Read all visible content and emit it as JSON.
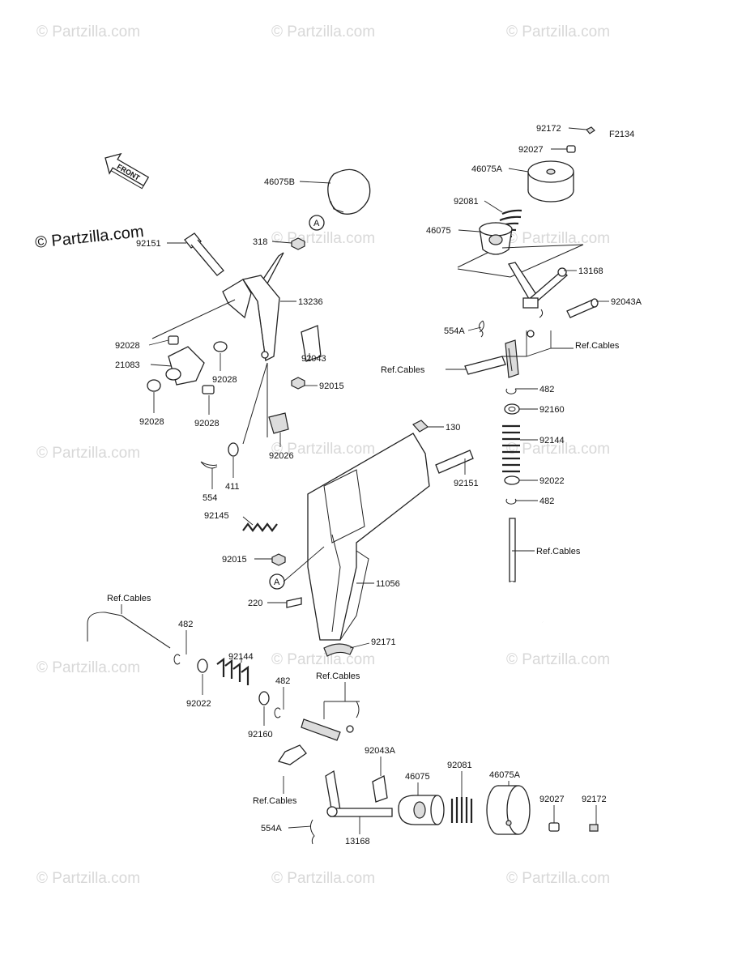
{
  "watermark": "© Partzilla.com",
  "watermark_primary": "© Partzilla.com",
  "figure_code": "F2134",
  "front_mark": "FRONT",
  "callout_letter": "A",
  "labels": {
    "l92172_top": "92172",
    "l92027_top": "92027",
    "l46075A_top": "46075A",
    "l92081_top": "92081",
    "l46075_top": "46075",
    "l13168_top": "13168",
    "l92043A_top": "92043A",
    "l554A_top": "554A",
    "lRefCables_r1": "Ref.Cables",
    "lRefCables_r2": "Ref.Cables",
    "l482_r1": "482",
    "l92160_r": "92160",
    "l92144_r": "92144",
    "l92022_r": "92022",
    "l482_r2": "482",
    "lRefCables_r3": "Ref.Cables",
    "l46075B": "46075B",
    "l318": "318",
    "l92151_l": "92151",
    "l13236": "13236",
    "l92028_a": "92028",
    "l21083": "21083",
    "l92028_b": "92028",
    "l92043": "92043",
    "l92015_a": "92015",
    "l92028_c": "92028",
    "l92028_d": "92028",
    "l92026": "92026",
    "l554": "554",
    "l411": "411",
    "l130": "130",
    "l92151_r": "92151",
    "l92145": "92145",
    "l92015_b": "92015",
    "l11056": "11056",
    "l220": "220",
    "l92171": "92171",
    "lRefCables_l": "Ref.Cables",
    "l482_l": "482",
    "l92144_b": "92144",
    "l92022_b": "92022",
    "l92160_b": "92160",
    "l482_b": "482",
    "lRefCables_b1": "Ref.Cables",
    "l92043A_b": "92043A",
    "l46075_b": "46075",
    "l92081_b": "92081",
    "l46075A_b": "46075A",
    "l92027_b": "92027",
    "l92172_b": "92172",
    "lRefCables_b2": "Ref.Cables",
    "l554A_b": "554A",
    "l13168_b": "13168"
  }
}
